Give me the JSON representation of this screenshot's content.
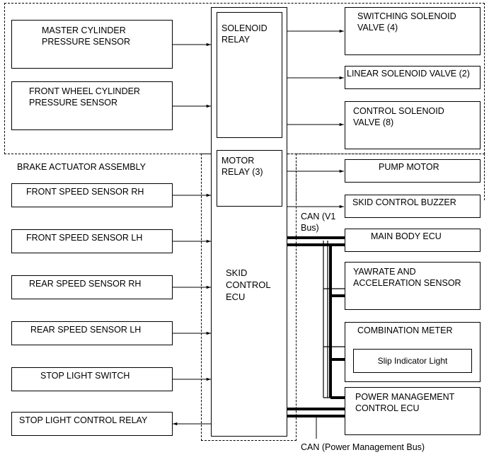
{
  "diagram": {
    "region_label": "BRAKE ACTUATOR ASSEMBLY",
    "ecu": {
      "label": "SKID\nCONTROL\nECU",
      "solenoid_relay": "SOLENOID\nRELAY",
      "motor_relay": "MOTOR\nRELAY (3)"
    },
    "inputs": {
      "master_cylinder": "MASTER CYLINDER\nPRESSURE SENSOR",
      "front_wheel_cylinder": "FRONT WHEEL CYLINDER\nPRESSURE SENSOR",
      "front_speed_rh": "FRONT SPEED SENSOR RH",
      "front_speed_lh": "FRONT SPEED SENSOR LH",
      "rear_speed_rh": "REAR SPEED SENSOR RH",
      "rear_speed_lh": "REAR SPEED SENSOR LH",
      "stop_light_switch": "STOP LIGHT SWITCH",
      "stop_light_relay": "STOP LIGHT CONTROL RELAY"
    },
    "outputs": {
      "switching_valve": "SWITCHING SOLENOID\nVALVE (4)",
      "linear_valve": "LINEAR SOLENOID VALVE (2)",
      "control_valve": "CONTROL SOLENOID\nVALVE (8)",
      "pump_motor": "PUMP MOTOR",
      "skid_buzzer": "SKID CONTROL BUZZER"
    },
    "can_nodes": {
      "main_body_ecu": "MAIN BODY ECU",
      "yawrate": "YAWRATE AND\nACCELERATION SENSOR",
      "combination_meter": "COMBINATION METER",
      "slip_indicator": "Slip Indicator Light",
      "power_management": "POWER MANAGEMENT\nCONTROL ECU"
    },
    "bus_labels": {
      "can_v1": "CAN (V1\nBus)",
      "can_power": "CAN (Power Management Bus)"
    }
  }
}
